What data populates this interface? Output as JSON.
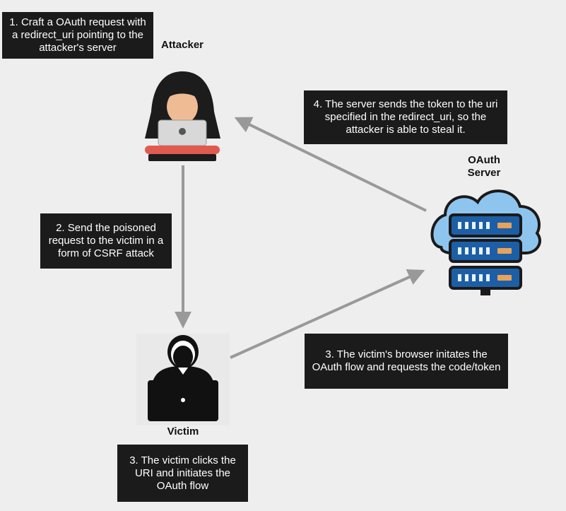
{
  "actors": {
    "attacker": "Attacker",
    "oauth_server_line1": "OAuth",
    "oauth_server_line2": "Server",
    "victim": "Victim"
  },
  "notes": {
    "step1": [
      "1. Craft a OAuth request with",
      "a redirect_uri pointing to the",
      "attacker's server"
    ],
    "step2": [
      "2. Send the poisoned",
      "request to the victim in a",
      "form of CSRF attack"
    ],
    "step3_browser": [
      "3. The victim's browser initates the",
      "OAuth flow and requests the code/token"
    ],
    "step3_click": [
      "3. The victim clicks the",
      "URI and initiates the",
      "OAuth flow"
    ],
    "step4": [
      "4. The server sends the token to the uri",
      "specified in the redirect_uri, so the",
      "attacker is able to steal it."
    ]
  },
  "colors": {
    "background": "#eeeeee",
    "note_bg": "#1b1b1b",
    "arrow": "#999999",
    "cloud_fill": "#8ec5ee",
    "cloud_stroke": "#1a1a1a",
    "server_body": "#1d5fa6",
    "server_light": "#e8a25a",
    "desk": "#e05a50",
    "skin": "#efbb94"
  },
  "icons": {
    "attacker": "hooded-hacker-icon",
    "server": "cloud-server-icon",
    "victim": "user-laptop-icon"
  }
}
